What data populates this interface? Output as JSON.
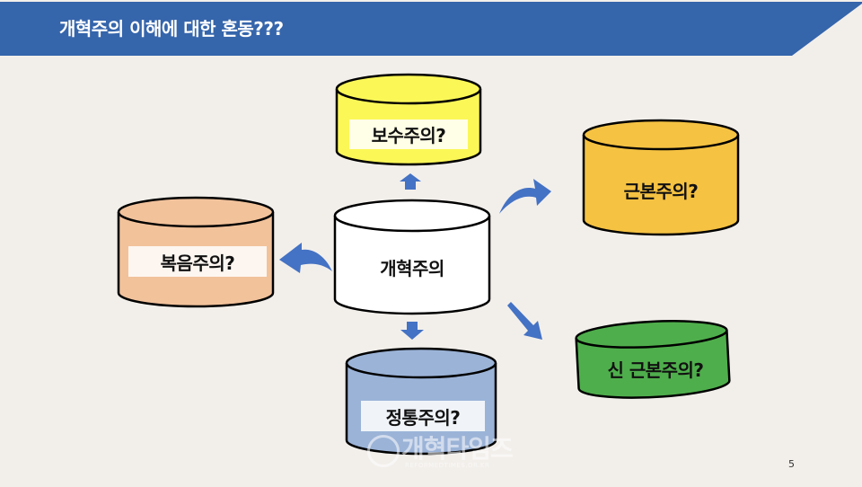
{
  "header": {
    "title": "개혁주의 이해에 대한 혼동???",
    "color": "#3565ab"
  },
  "diagram": {
    "center": {
      "label": "개혁주의",
      "fill": "#ffffff"
    },
    "nodes": [
      {
        "id": "conservatism",
        "label": "보수주의?",
        "fill": "#fbf757",
        "direction": "up"
      },
      {
        "id": "fundamentalism",
        "label": "근본주의?",
        "fill": "#f5c242",
        "direction": "up-right"
      },
      {
        "id": "evangelicalism",
        "label": "복음주의?",
        "fill": "#f2c29b",
        "direction": "left"
      },
      {
        "id": "neo-fundamentalism",
        "label": "신 근본주의?",
        "fill": "#4fae4c",
        "direction": "down-right"
      },
      {
        "id": "orthodoxy",
        "label": "정통주의?",
        "fill": "#9bb3d7",
        "direction": "down"
      }
    ],
    "arrow_color": "#4472c4"
  },
  "footer": {
    "page_number": "5"
  },
  "watermark": {
    "text": "개혁타임즈",
    "url": "REFORMEDTIMES.OR.KR"
  }
}
